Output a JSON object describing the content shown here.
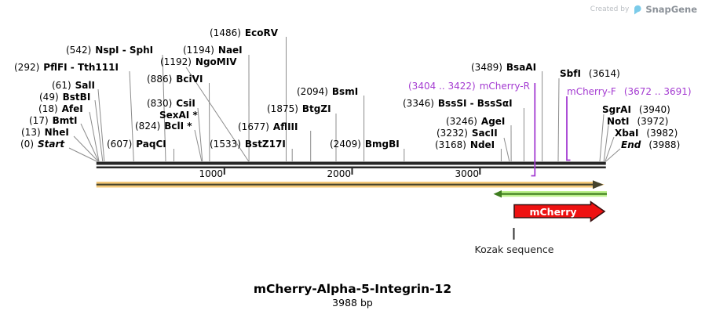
{
  "branding": {
    "created_by": "Created by",
    "brand": "SnapGene"
  },
  "footer": {
    "title": "mCherry-Alpha-5-Integrin-12",
    "length": "3988 bp"
  },
  "map": {
    "ruler_ticks": [
      "1000",
      "2000",
      "3000"
    ],
    "features": {
      "mcherry_label": "mCherry",
      "kozak_label": "Kozak sequence"
    },
    "colors": {
      "primer_purple": "#A43BD1",
      "orange_band": "#F4C878",
      "orange_dark": "#45422C",
      "green_band": "#BCF18C",
      "green_dark": "#3F7D1F",
      "mcherry_red": "#EE1111",
      "mcherry_outline": "#3A1010",
      "ruler_dark": "#262626",
      "leader_gray": "#8C8C8C"
    },
    "sites": [
      {
        "pre": "(1486)",
        "name": "EcoRV"
      },
      {
        "pre": "(542)",
        "name": "NspI - SphI"
      },
      {
        "pre": "(1194)",
        "name": "NaeI"
      },
      {
        "pre": "(1192)",
        "name": "NgoMIV"
      },
      {
        "pre": "(292)",
        "name": "PflFI - Tth111I"
      },
      {
        "pre": "(886)",
        "name": "BciVI"
      },
      {
        "pre": "(61)",
        "name": "SalI"
      },
      {
        "pre": "(49)",
        "name": "BstBI"
      },
      {
        "pre": "(830)",
        "name": "CsiI"
      },
      {
        "name": "SexAI *"
      },
      {
        "pre": "(824)",
        "name": "BclI *"
      },
      {
        "pre": "(18)",
        "name": "AfeI"
      },
      {
        "pre": "(17)",
        "name": "BmtI"
      },
      {
        "pre": "(13)",
        "name": "NheI"
      },
      {
        "pre": "(0)",
        "name": "Start"
      },
      {
        "pre": "(607)",
        "name": "PaqCI"
      },
      {
        "pre": "(1533)",
        "name": "BstZ17I"
      },
      {
        "pre": "(1677)",
        "name": "AflIII"
      },
      {
        "pre": "(1875)",
        "name": "BtgZI"
      },
      {
        "pre": "(2094)",
        "name": "BsmI"
      },
      {
        "pre": "(2409)",
        "name": "BmgBI"
      },
      {
        "pre": "(3346)",
        "name": "BssSI - BssSαI"
      },
      {
        "pre": "(3489)",
        "name": "BsaAI"
      },
      {
        "pre": "(3404 .. 3422)",
        "name": "mCherry-R"
      },
      {
        "name": "SbfI",
        "post": "(3614)"
      },
      {
        "name": "mCherry-F",
        "post": "(3672 .. 3691)"
      },
      {
        "pre": "(3246)",
        "name": "AgeI"
      },
      {
        "pre": "(3232)",
        "name": "SacII"
      },
      {
        "pre": "(3168)",
        "name": "NdeI"
      },
      {
        "name": "SgrAI",
        "post": "(3940)"
      },
      {
        "name": "NotI",
        "post": "(3972)"
      },
      {
        "name": "XbaI",
        "post": "(3982)"
      },
      {
        "name": "End",
        "post": "(3988)"
      }
    ]
  }
}
